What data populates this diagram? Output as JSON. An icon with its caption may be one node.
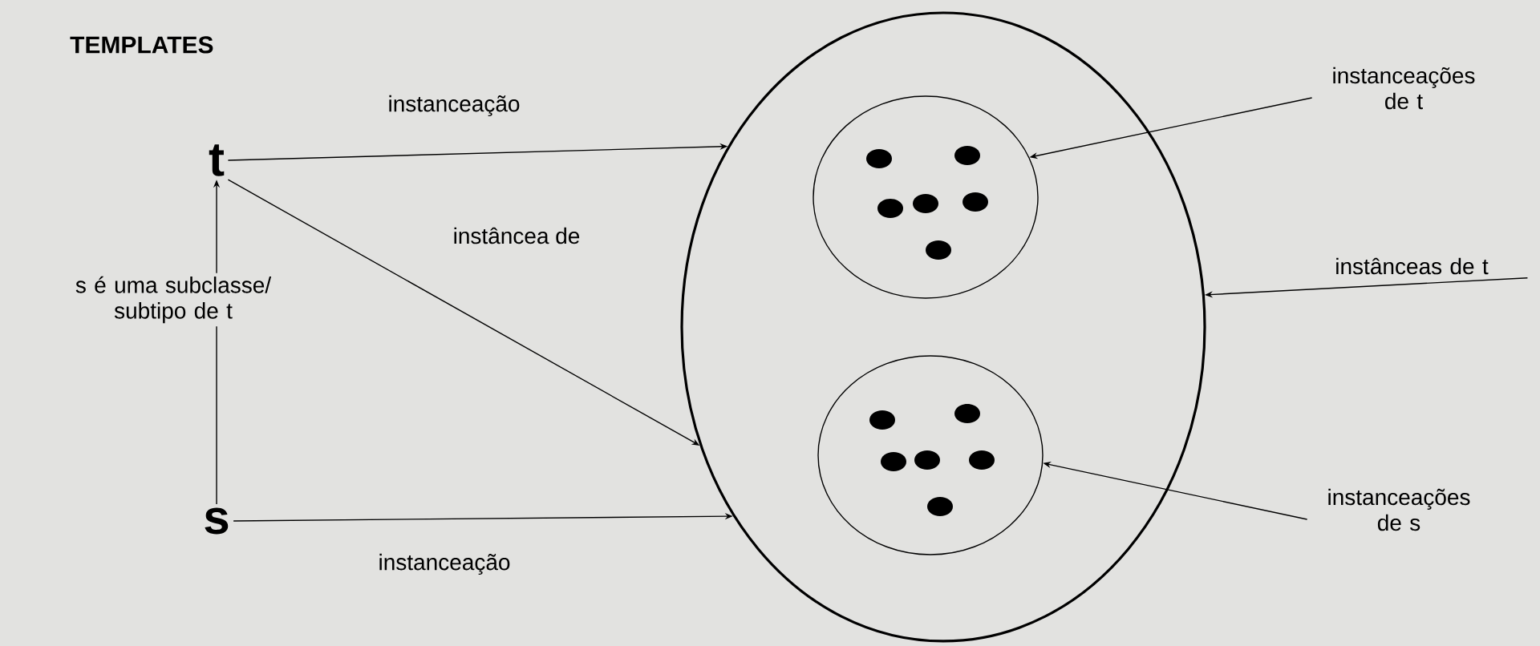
{
  "diagram": {
    "title": "TEMPLATES",
    "nodes": [
      {
        "text": [
          "t"
        ]
      },
      {
        "text": [
          "s"
        ]
      },
      {
        "text": [],
        "shape": "ellipse"
      },
      {
        "text": [],
        "shape": "circle",
        "in": 2
      },
      {
        "text": [],
        "shape": "circle",
        "in": 2
      },
      {
        "text": [
          "instanceações de t"
        ]
      },
      {
        "text": [
          "instânceas de t"
        ]
      },
      {
        "text": [
          "instanceações de s"
        ]
      }
    ],
    "edges": [
      {
        "from": 0,
        "to": 2,
        "arrow": "to",
        "label": "instanceação"
      },
      {
        "from": 0,
        "to": 2,
        "arrow": "to",
        "label": "instâncea de"
      },
      {
        "from": 1,
        "to": 0,
        "arrow": "to",
        "label": "s é uma subclasse/ subtipo de t"
      },
      {
        "from": 1,
        "to": 2,
        "arrow": "to",
        "label": "instanceação"
      },
      {
        "from": 5,
        "to": 3,
        "arrow": "to"
      },
      {
        "from": 6,
        "to": 2,
        "arrow": "to"
      },
      {
        "from": 7,
        "to": 4,
        "arrow": "to"
      }
    ]
  }
}
